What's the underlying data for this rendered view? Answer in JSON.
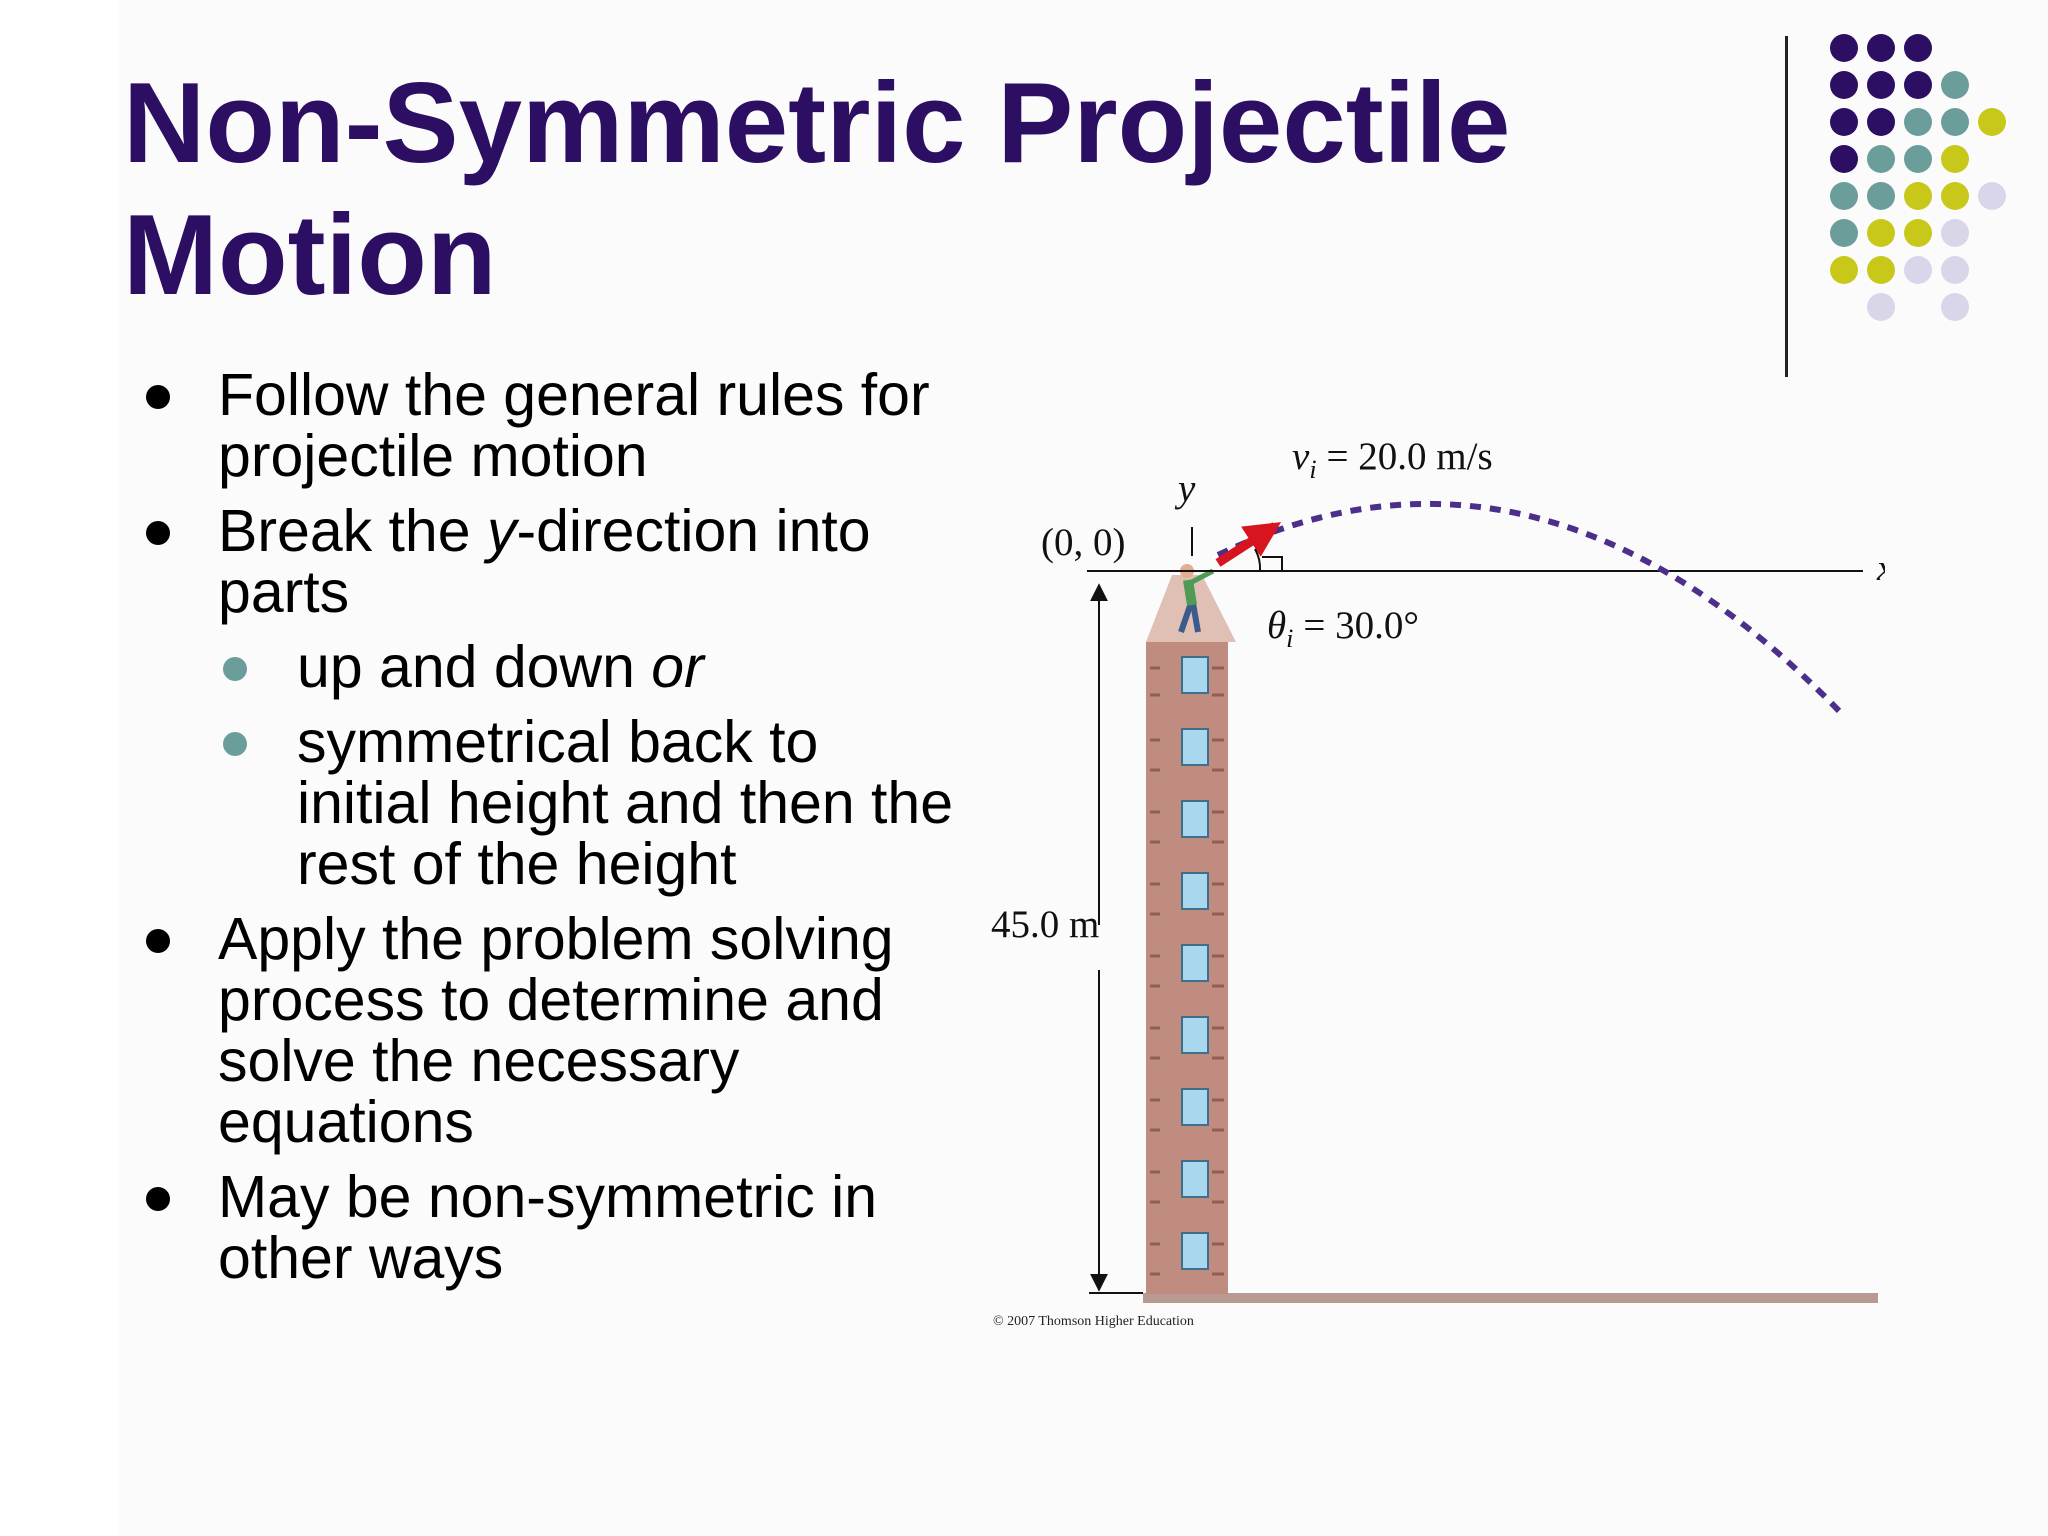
{
  "slide": {
    "title": "Non-Symmetric Projectile Motion",
    "bullets": [
      {
        "text": "Follow the general rules for projectile motion"
      },
      {
        "pre": "Break the ",
        "em": "y",
        "post": "-direction into parts"
      },
      {
        "pre": "up and down ",
        "em": "or"
      },
      {
        "text": "symmetrical back to initial height and then the rest of the height"
      },
      {
        "text": "Apply the problem solving process to determine and solve the necessary equations"
      },
      {
        "text": "May be non-symmetric in other ways"
      }
    ]
  },
  "figure": {
    "origin_label": "(0, 0)",
    "y_axis_label": "y",
    "x_axis_label": "x",
    "velocity_label": "v",
    "velocity_sub": "i",
    "velocity_value": "= 20.0 m/s",
    "angle_label": "θ",
    "angle_sub": "i",
    "angle_value": "= 30.0°",
    "height_label": "45.0 m",
    "copyright": "© 2007 Thomson Higher Education"
  },
  "colors": {
    "title": "#2c0e63",
    "dark_purple": "#2c0e63",
    "teal": "#6b9e9a",
    "yellow_green": "#c8c81a",
    "lavender": "#d9d6ea",
    "trajectory": "#4b2f8a",
    "arrow": "#d8141e",
    "brick": "#c18c80"
  }
}
